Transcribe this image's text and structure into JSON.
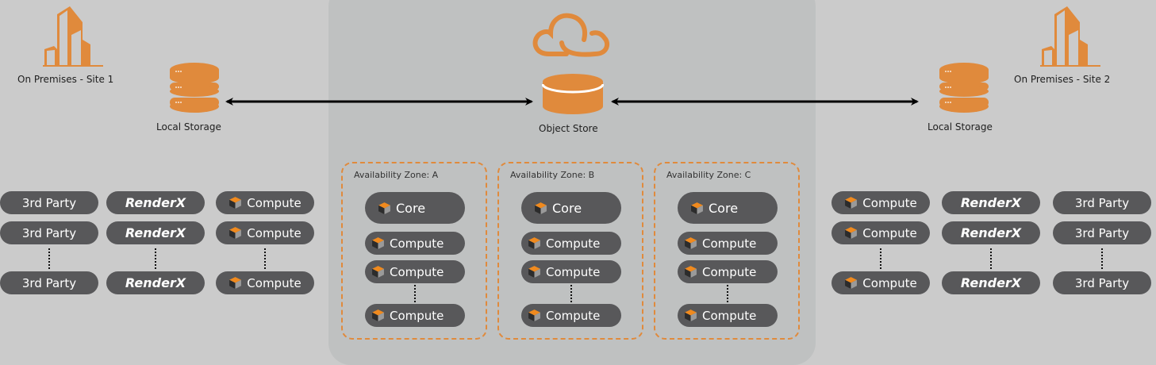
{
  "colors": {
    "accent": "#e08a3c",
    "pill": "#58585a",
    "background": "#cbcbcb",
    "cloud_panel": "#bfc1c1"
  },
  "site1": {
    "label": "On Premises - Site 1",
    "icon": "building-icon",
    "storage_label": "Local Storage",
    "storage_icon": "database-icon",
    "columns": [
      {
        "type": "3rd-party",
        "items": [
          "3rd Party",
          "3rd Party",
          "3rd Party"
        ]
      },
      {
        "type": "renderx",
        "items": [
          "RenderX",
          "RenderX",
          "RenderX"
        ]
      },
      {
        "type": "compute",
        "items": [
          "Compute",
          "Compute",
          "Compute"
        ]
      }
    ]
  },
  "cloud": {
    "icon": "cloud-icon",
    "store_label": "Object Store",
    "store_icon": "object-store-icon",
    "zones": [
      {
        "title": "Availability Zone: A",
        "core": "Core",
        "computes": [
          "Compute",
          "Compute",
          "Compute"
        ]
      },
      {
        "title": "Availability Zone: B",
        "core": "Core",
        "computes": [
          "Compute",
          "Compute",
          "Compute"
        ]
      },
      {
        "title": "Availability Zone: C",
        "core": "Core",
        "computes": [
          "Compute",
          "Compute",
          "Compute"
        ]
      }
    ]
  },
  "site2": {
    "label": "On Premises - Site 2",
    "icon": "building-icon",
    "storage_label": "Local Storage",
    "storage_icon": "database-icon",
    "columns": [
      {
        "type": "compute",
        "items": [
          "Compute",
          "Compute",
          "Compute"
        ]
      },
      {
        "type": "renderx",
        "items": [
          "RenderX",
          "RenderX",
          "RenderX"
        ]
      },
      {
        "type": "3rd-party",
        "items": [
          "3rd Party",
          "3rd Party",
          "3rd Party"
        ]
      }
    ]
  }
}
